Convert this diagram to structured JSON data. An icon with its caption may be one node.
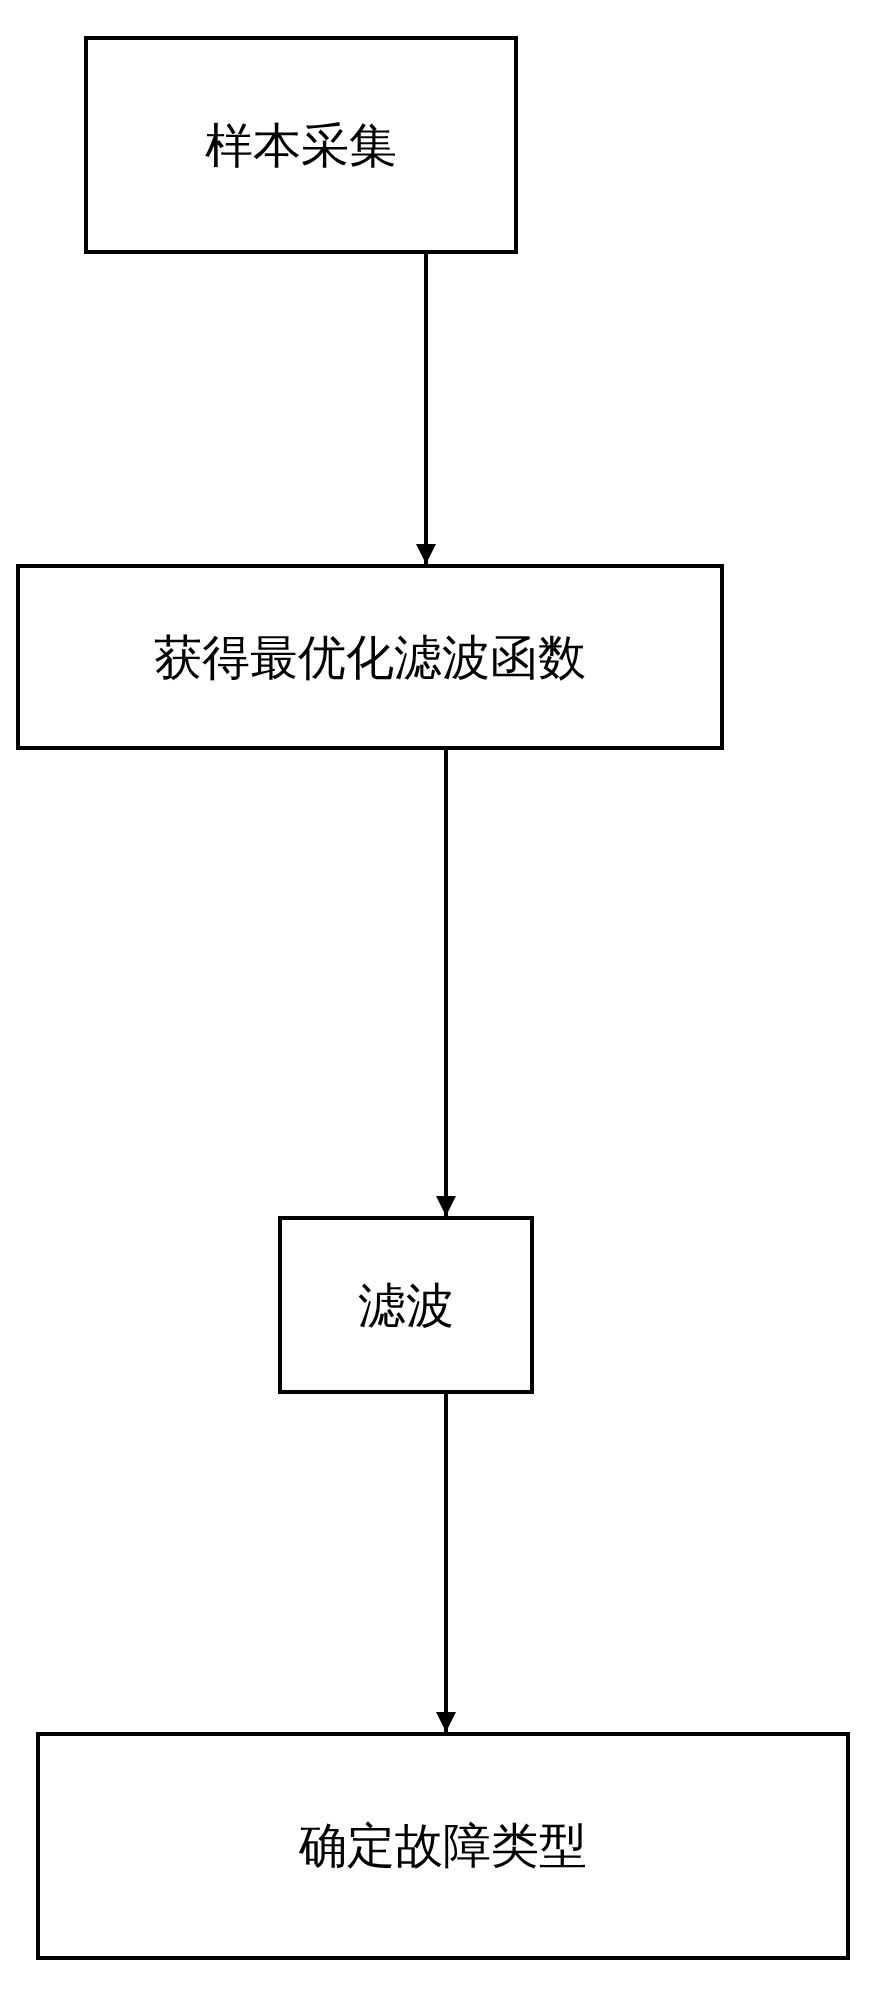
{
  "diagram": {
    "nodes": [
      {
        "text": [
          "样本采集"
        ]
      },
      {
        "text": [
          "获得最优化滤波函数"
        ]
      },
      {
        "text": [
          "滤波"
        ]
      },
      {
        "text": [
          "确定故障类型"
        ]
      }
    ],
    "edges": [
      {
        "from": 0,
        "to": 1,
        "arrow": "to"
      },
      {
        "from": 1,
        "to": 2,
        "arrow": "to"
      },
      {
        "from": 2,
        "to": 3,
        "arrow": "to"
      }
    ]
  }
}
